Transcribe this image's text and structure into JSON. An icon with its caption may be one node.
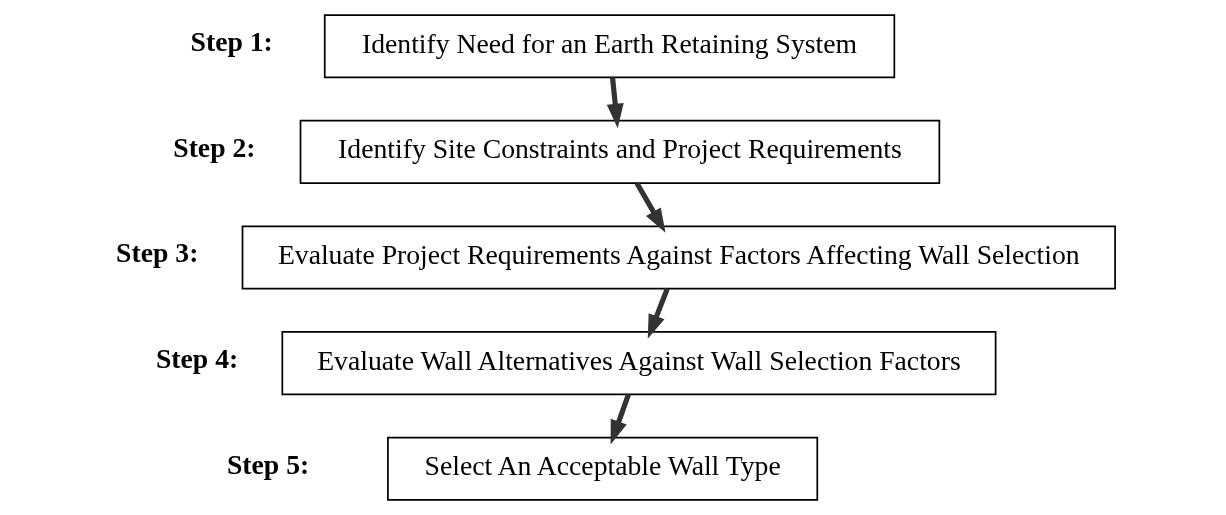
{
  "diagram": {
    "nodes": [
      {
        "text": [
          "Identify Need for an Earth Retaining System"
        ],
        "beside": [
          "Step 1:"
        ]
      },
      {
        "text": [
          "Identify Site Constraints and Project Requirements"
        ],
        "beside": [
          "Step 2:"
        ]
      },
      {
        "text": [
          "Evaluate Project Requirements Against Factors Affecting Wall Selection"
        ],
        "beside": [
          "Step 3:"
        ]
      },
      {
        "text": [
          "Evaluate Wall Alternatives Against Wall Selection Factors"
        ],
        "beside": [
          "Step 4:"
        ]
      },
      {
        "text": [
          "Select An Acceptable Wall Type"
        ],
        "beside": [
          "Step 5:"
        ]
      }
    ],
    "edges": [
      {
        "from": 0,
        "to": 1,
        "arrow": "to"
      },
      {
        "from": 1,
        "to": 2,
        "arrow": "to"
      },
      {
        "from": 2,
        "to": 3,
        "arrow": "to"
      },
      {
        "from": 3,
        "to": 4,
        "arrow": "to"
      }
    ]
  }
}
